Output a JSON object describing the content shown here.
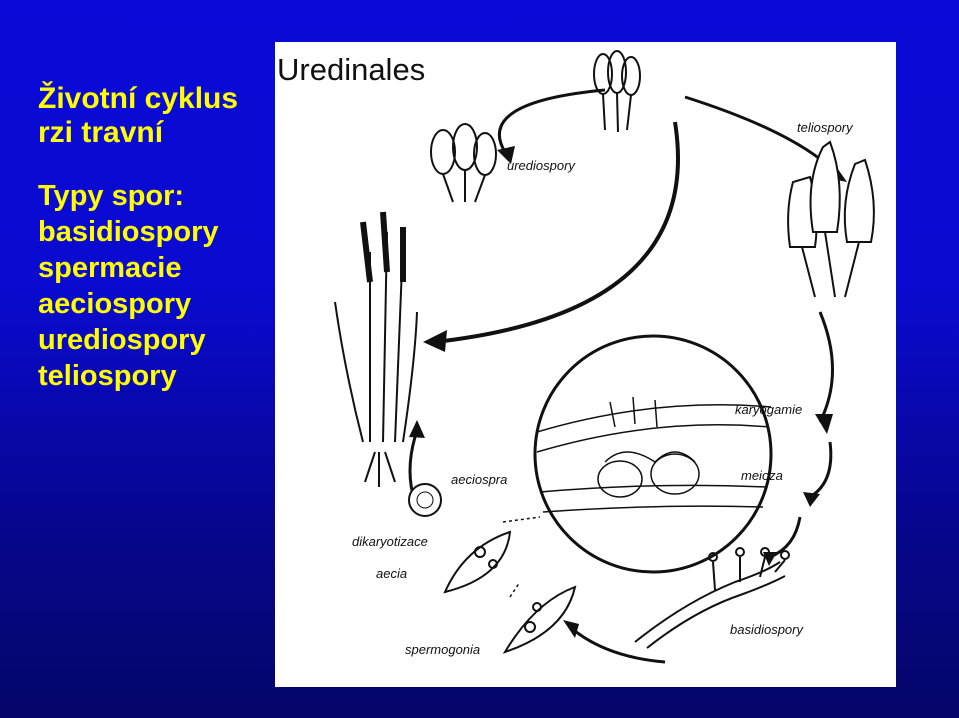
{
  "slide": {
    "title_line1": "Životní cyklus",
    "title_line2": "rzi travní",
    "types_heading": "Typy spor:",
    "spore_types": [
      "basidiospory",
      "spermacie",
      "aeciospory",
      "urediospory",
      "teliospory"
    ]
  },
  "diagram": {
    "heading": "Uredinales",
    "labels": {
      "urediospory": "urediospory",
      "teliospory": "teliospory",
      "karyogamie": "karyogamie",
      "meioza": "meioza",
      "basidiospory": "basidiospory",
      "spermogonia": "spermogonia",
      "aecia": "aecia",
      "dikaryotizace": "dikaryotizace",
      "aeciospora": "aeciospra"
    }
  },
  "colors": {
    "background": "#0a0ad8",
    "text": "#ffff00",
    "panel": "#ffffff"
  }
}
